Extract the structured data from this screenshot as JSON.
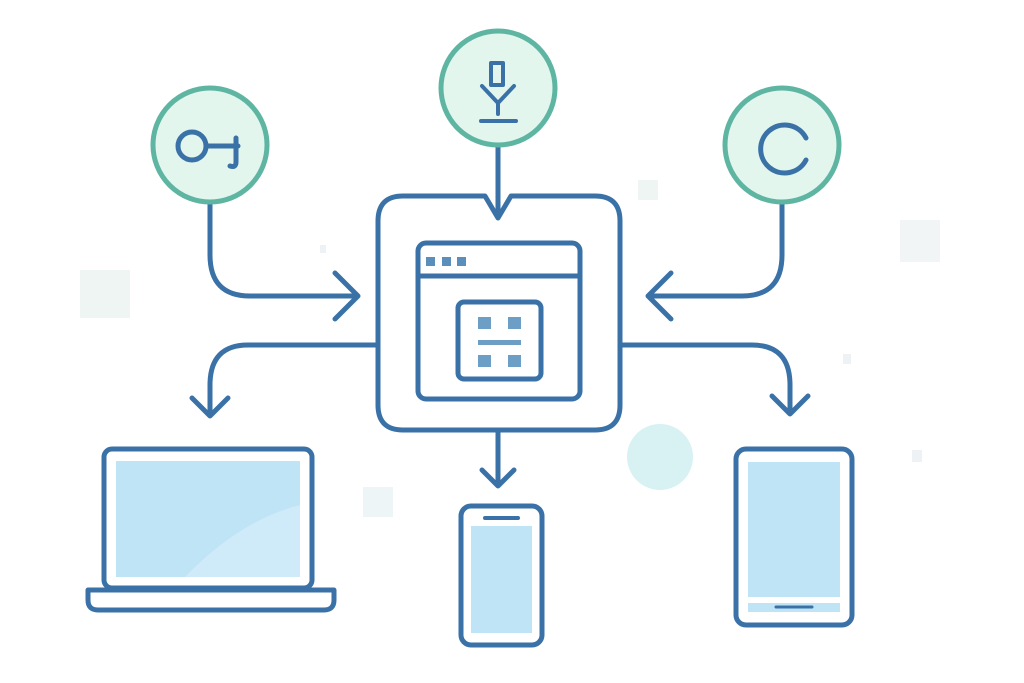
{
  "colors": {
    "stroke": "#3a72a8",
    "circle_fill": "#e2f6ee",
    "circle_stroke": "#5eb5a2",
    "screen_fill": "#bfe4f6",
    "decor_square": "#eef5f3",
    "decor_circle": "#d8f2f3"
  },
  "nodes": {
    "inputs": [
      "key-icon",
      "download-icon",
      "sync-icon"
    ],
    "hub": "app-window",
    "outputs": [
      "laptop",
      "smartphone",
      "tablet"
    ]
  }
}
